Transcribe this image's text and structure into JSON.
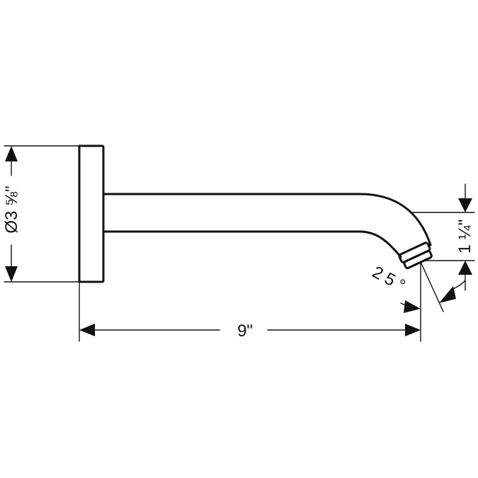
{
  "dimensions": {
    "diameter": "Ø3 ⅝\"",
    "length": "9\"",
    "drop": "1 ¼\"",
    "angle": "25°"
  },
  "colors": {
    "line": "#111111",
    "background": "#ffffff"
  }
}
